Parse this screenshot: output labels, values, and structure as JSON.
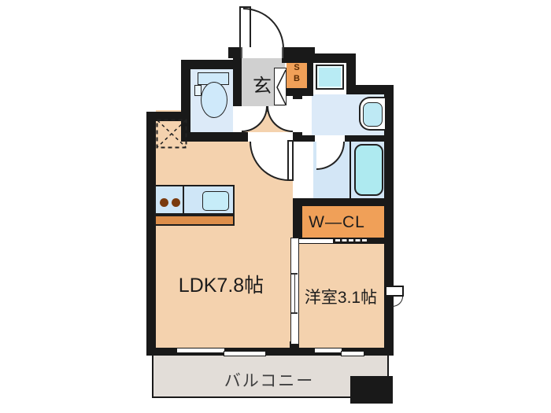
{
  "floorplan": {
    "rooms": {
      "genkan": {
        "label": "玄"
      },
      "shoe_box": {
        "label_line1": "S",
        "label_line2": "B"
      },
      "walk_in_closet": {
        "label": "W—CL"
      },
      "ldk": {
        "label": "LDK7.8帖"
      },
      "western_room": {
        "label": "洋室3.1帖"
      },
      "balcony": {
        "label": "バルコニー"
      }
    },
    "colors": {
      "wall": "#191919",
      "flooring_tan": "#f4d2ae",
      "entrance_gray": "#d0d0d0",
      "wet_area_blue": "#dceaf8",
      "fixture_cyan": "#b8ebf4",
      "closet_orange": "#f0a058",
      "balcony_gray": "#e2ddd8",
      "kitchen_counter_blue": "#cfe6f7",
      "kitchen_edge_orange": "#dd8e4a",
      "burner_brown": "#7a3a0e",
      "label_text": "#1c1c1c"
    }
  }
}
